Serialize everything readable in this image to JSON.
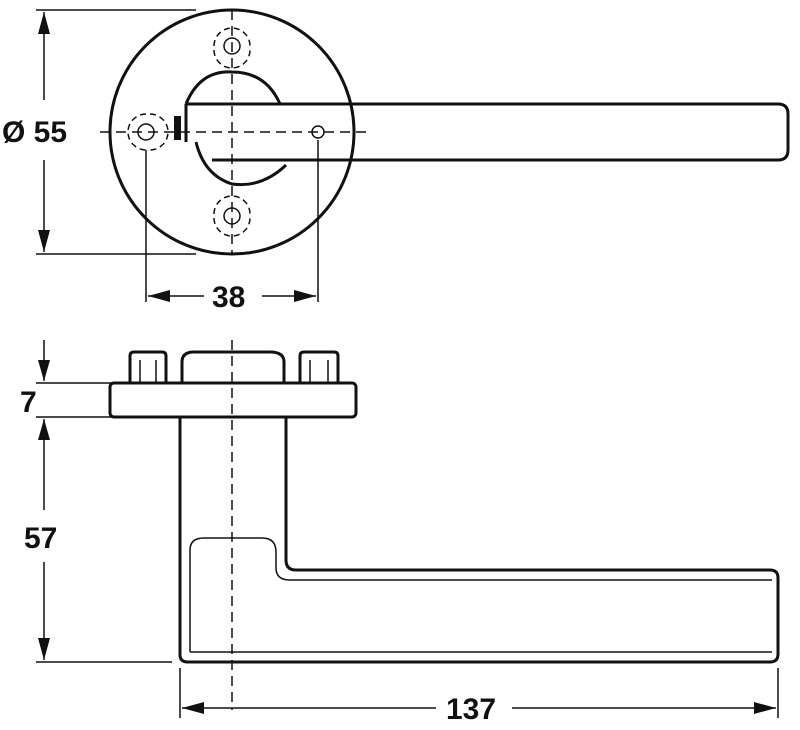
{
  "dimensions": {
    "rose_diameter": "Ø 55",
    "fixing_centres": "38",
    "rose_thickness": "7",
    "projection": "57",
    "lever_length": "137"
  }
}
